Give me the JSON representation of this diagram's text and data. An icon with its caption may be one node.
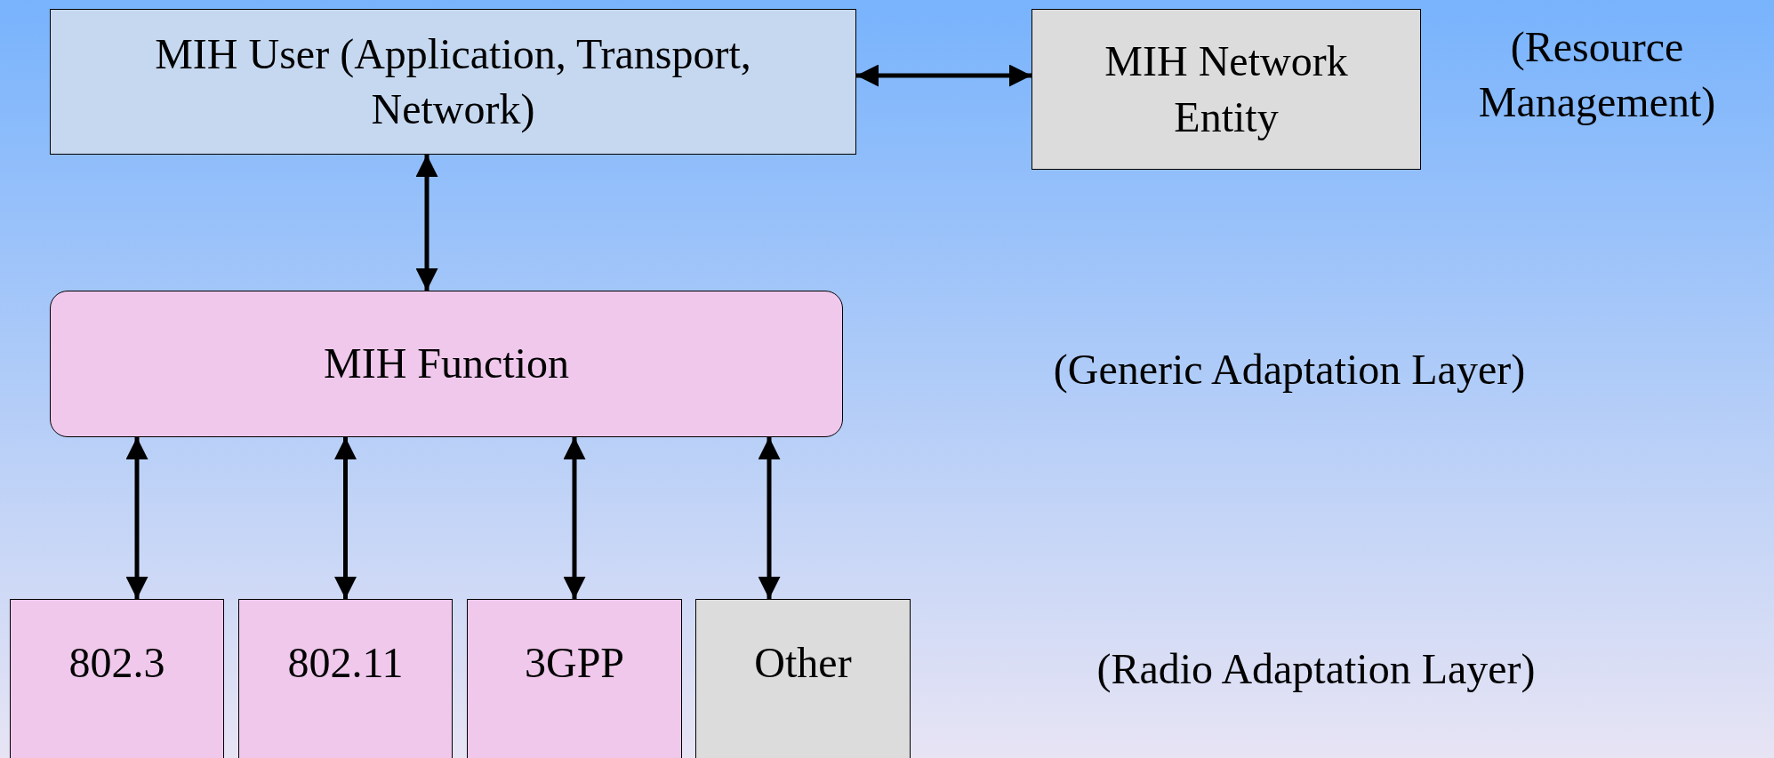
{
  "diagram": {
    "nodes": [
      {
        "text": [
          "MIH User (Application, Transport, Network)"
        ]
      },
      {
        "text": [
          "MIH Network Entity"
        ],
        "beside": [
          "(Resource Management)"
        ]
      },
      {
        "text": [
          "MIH Function"
        ]
      },
      {
        "text": [
          "802.3"
        ]
      },
      {
        "text": [
          "802.11"
        ]
      },
      {
        "text": [
          "3GPP"
        ]
      },
      {
        "text": [
          "Other"
        ]
      }
    ],
    "edges": [
      {
        "from": 0,
        "to": 1,
        "arrow": "both"
      },
      {
        "from": 0,
        "to": 2,
        "arrow": "both"
      },
      {
        "from": 2,
        "to": 3,
        "arrow": "both"
      },
      {
        "from": 2,
        "to": 4,
        "arrow": "both"
      },
      {
        "from": 2,
        "to": 5,
        "arrow": "both"
      },
      {
        "from": 2,
        "to": 6,
        "arrow": "both"
      }
    ],
    "labels": [
      "(Generic Adaptation Layer)",
      "(Radio Adaptation Layer)"
    ]
  }
}
